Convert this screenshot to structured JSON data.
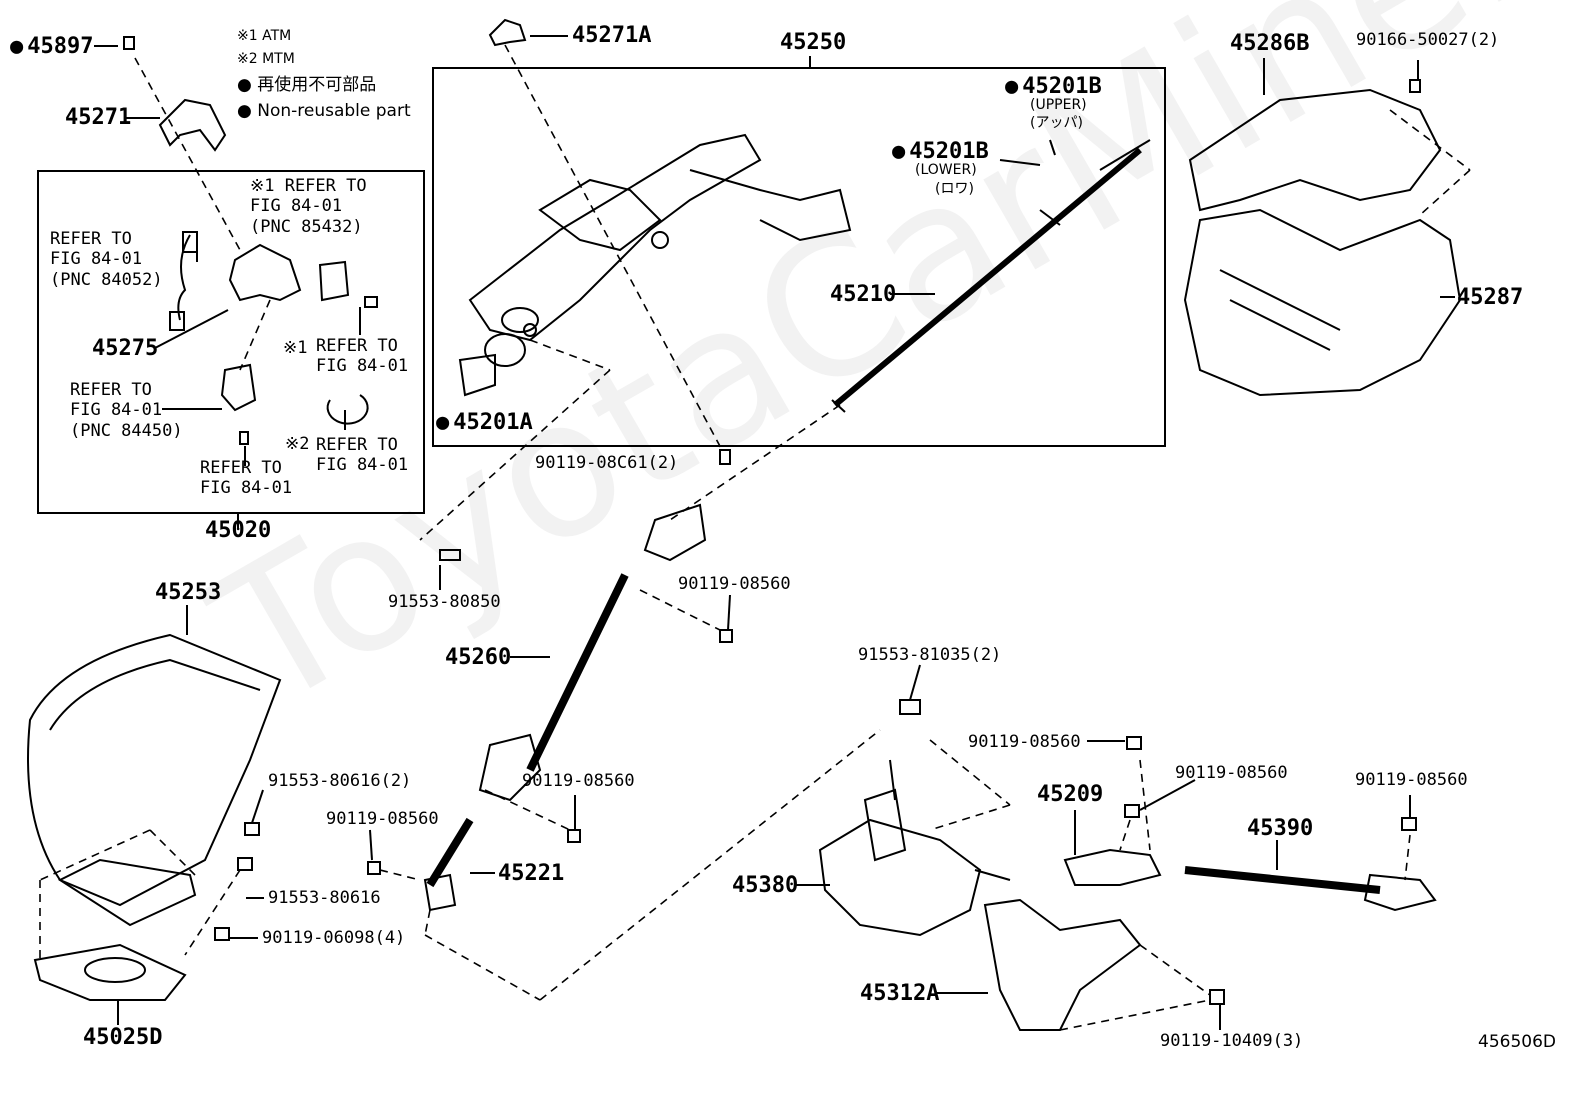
{
  "legend": {
    "note1": "※1 ATM",
    "note2": "※2 MTM",
    "reuse_jp": "● 再使用不可部品",
    "reuse_en": "● Non-reusable part"
  },
  "watermark": "ToyotaCarMine.ru",
  "diagram_code": "456506D",
  "parts": {
    "p45897": "45897",
    "p45271": "45271",
    "p45271A": "45271A",
    "p45250": "45250",
    "p45201B_upper": "45201B",
    "upper": "(UPPER)",
    "upper_jp": "(アッパ)",
    "p45201B_lower": "45201B",
    "lower": "(LOWER)",
    "lower_jp": "(ロワ)",
    "p45210": "45210",
    "p45201A": "45201A",
    "p45286B": "45286B",
    "p90166": "90166-50027(2)",
    "p45287": "45287",
    "p45020": "45020",
    "p45275": "45275",
    "p90119_08C61": "90119-08C61(2)",
    "p91553_80850": "91553-80850",
    "p90119_08560_a": "90119-08560",
    "p45260": "45260",
    "p45253": "45253",
    "p91553_80616_2": "91553-80616(2)",
    "p91553_80616": "91553-80616",
    "p90119_06098": "90119-06098(4)",
    "p45025D": "45025D",
    "p90119_08560_b": "90119-08560",
    "p90119_08560_c": "90119-08560",
    "p45221": "45221",
    "p91553_81035": "91553-81035(2)",
    "p90119_08560_d": "90119-08560",
    "p90119_08560_e": "90119-08560",
    "p90119_08560_f": "90119-08560",
    "p45209": "45209",
    "p45390": "45390",
    "p45380": "45380",
    "p45312A": "45312A",
    "p90119_10409": "90119-10409(3)"
  },
  "refs": {
    "r1": "※1 REFER TO\nFIG 84-01\n(PNC 85432)",
    "r2": "REFER TO\nFIG 84-01\n(PNC 84052)",
    "r3": "REFER TO\nFIG 84-01",
    "r3_mark": "※1",
    "r4": "REFER TO\nFIG 84-01\n(PNC 84450)",
    "r5": "REFER TO\nFIG 84-01",
    "r5_mark": "※2",
    "r6": "REFER TO\nFIG 84-01"
  }
}
